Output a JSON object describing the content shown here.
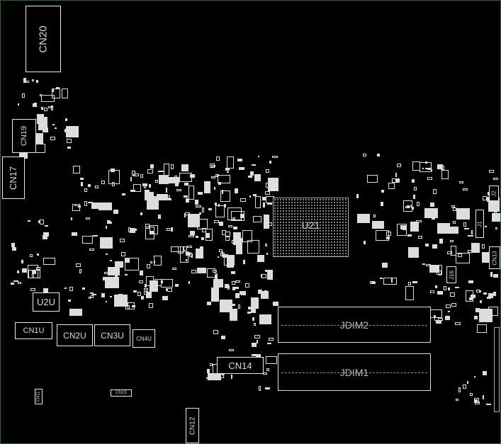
{
  "board": {
    "connectors": {
      "cn20": "CN20",
      "cn19": "CN19",
      "cn17": "CN17",
      "cn1u": "CN1U",
      "cn2u": "CN2U",
      "cn3u": "CN3U",
      "cn4u": "CN4U",
      "cn14": "CN14",
      "cn12": "CN12",
      "cn13": "CN13",
      "cn11": "CN11",
      "cn15": "CN15"
    },
    "chips": {
      "u2u": "U2U",
      "u21": "U21",
      "j16": "J16",
      "j1": "J1",
      "j2": "J2"
    },
    "memory": {
      "jdim2": "JDIM2",
      "jdim1": "JDIM1"
    }
  },
  "colors": {
    "background": "#000000",
    "outline": "#e8e8e8",
    "border": "#1f6a1f"
  }
}
